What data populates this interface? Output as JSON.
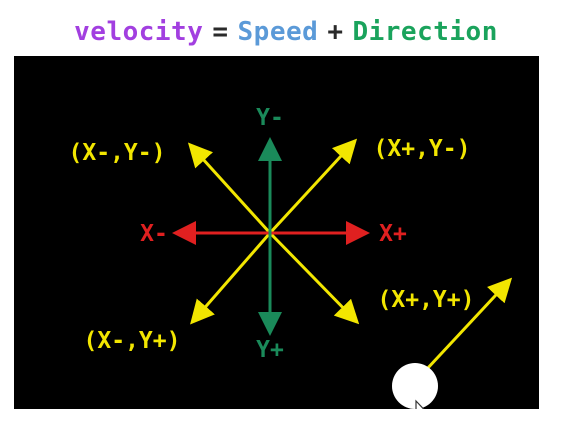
{
  "title": {
    "velocity": "velocity",
    "equals": "=",
    "speed": "Speed",
    "plus": "+",
    "direction": "Direction"
  },
  "diagram": {
    "labels": {
      "y_minus": "Y-",
      "y_plus": "Y+",
      "x_minus": "X-",
      "x_plus": "X+",
      "up_left": "(X-,Y-)",
      "up_right": "(X+,Y-)",
      "down_right": "(X+,Y+)",
      "down_left": "(X-,Y+)"
    },
    "colors": {
      "background": "#000000",
      "vertical_axis": "#1a8a5a",
      "horizontal_axis": "#e02020",
      "diagonals": "#f2e600",
      "diagonal_labels": "#f2e600",
      "ball": "#ffffff"
    },
    "icons": [
      "white-ball",
      "mouse-cursor-icon"
    ]
  }
}
